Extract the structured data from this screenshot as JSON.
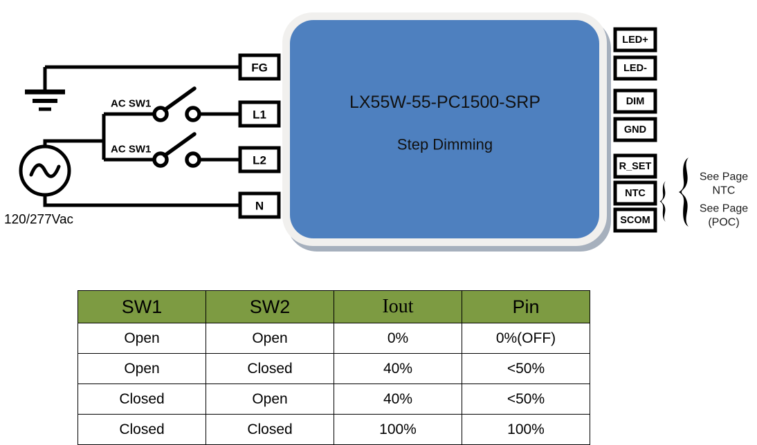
{
  "diagram": {
    "module": {
      "title": "LX55W-55-PC1500-SRP",
      "subtitle": "Step Dimming",
      "fill_color": "#4e80bf",
      "ring_color": "#f1f0ee",
      "shadow_color": "#a6b0bd"
    },
    "source": {
      "label": "120/277Vac",
      "symbol": "ac-source"
    },
    "ground": {
      "symbol": "earth-ground"
    },
    "switches": [
      {
        "label": "AC SW1",
        "state": "open",
        "connects_to": "L1"
      },
      {
        "label": "AC SW1",
        "state": "open",
        "connects_to": "L2"
      }
    ],
    "input_terminals": [
      {
        "label": "FG"
      },
      {
        "label": "L1"
      },
      {
        "label": "L2"
      },
      {
        "label": "N"
      }
    ],
    "output_terminals": [
      {
        "label": "LED+"
      },
      {
        "label": "LED-"
      },
      {
        "label": "DIM"
      },
      {
        "label": "GND"
      },
      {
        "label": "R_SET"
      },
      {
        "label": "NTC"
      },
      {
        "label": "SCOM"
      }
    ],
    "notes": [
      {
        "line1": "See Page",
        "line2": "NTC",
        "groups": [
          "R_SET",
          "NTC",
          "SCOM"
        ]
      },
      {
        "line1": "See Page",
        "line2": "(POC)",
        "groups": [
          "NTC",
          "SCOM"
        ]
      }
    ]
  },
  "chart_data": {
    "type": "table",
    "title": "",
    "columns": [
      "SW1",
      "SW2",
      "Iout",
      "Pin"
    ],
    "rows": [
      [
        "Open",
        "Open",
        "0%",
        "0%(OFF)"
      ],
      [
        "Open",
        "Closed",
        "40%",
        "<50%"
      ],
      [
        "Closed",
        "Open",
        "40%",
        "<50%"
      ],
      [
        "Closed",
        "Closed",
        "100%",
        "100%"
      ]
    ],
    "header_color": "#7d9b42",
    "cell_color": "#ffffff"
  }
}
